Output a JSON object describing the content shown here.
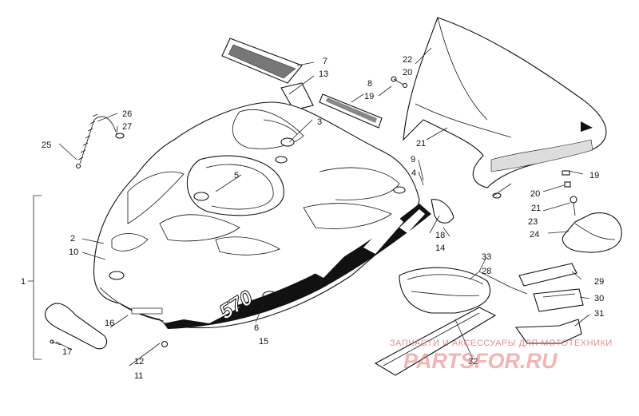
{
  "callouts": {
    "c1": "1",
    "c2": "2",
    "c3": "3",
    "c4": "4",
    "c5": "5",
    "c6": "6",
    "c7": "7",
    "c8": "8",
    "c9": "9",
    "c10": "10",
    "c11": "11",
    "c12": "12",
    "c13": "13",
    "c14": "14",
    "c15": "15",
    "c16": "16",
    "c17": "17",
    "c18": "18",
    "c19a": "19",
    "c19b": "19",
    "c20a": "20",
    "c20b": "20",
    "c21a": "21",
    "c21b": "21",
    "c22": "22",
    "c23": "23",
    "c24": "24",
    "c25": "25",
    "c26": "26",
    "c27": "27",
    "c28": "28",
    "c29": "29",
    "c30": "30",
    "c31": "31",
    "c32": "32",
    "c33": "33"
  },
  "decal_text": "570",
  "watermark": {
    "tagline": "ЗАПЧАСТИ И АКСЕССУАРЫ ДЛЯ МОТОТЕХНИКИ",
    "brand": "PARTSFOR.RU"
  },
  "colors": {
    "line": "#111111",
    "watermark": "#e06a6a",
    "decal": "#000000"
  }
}
